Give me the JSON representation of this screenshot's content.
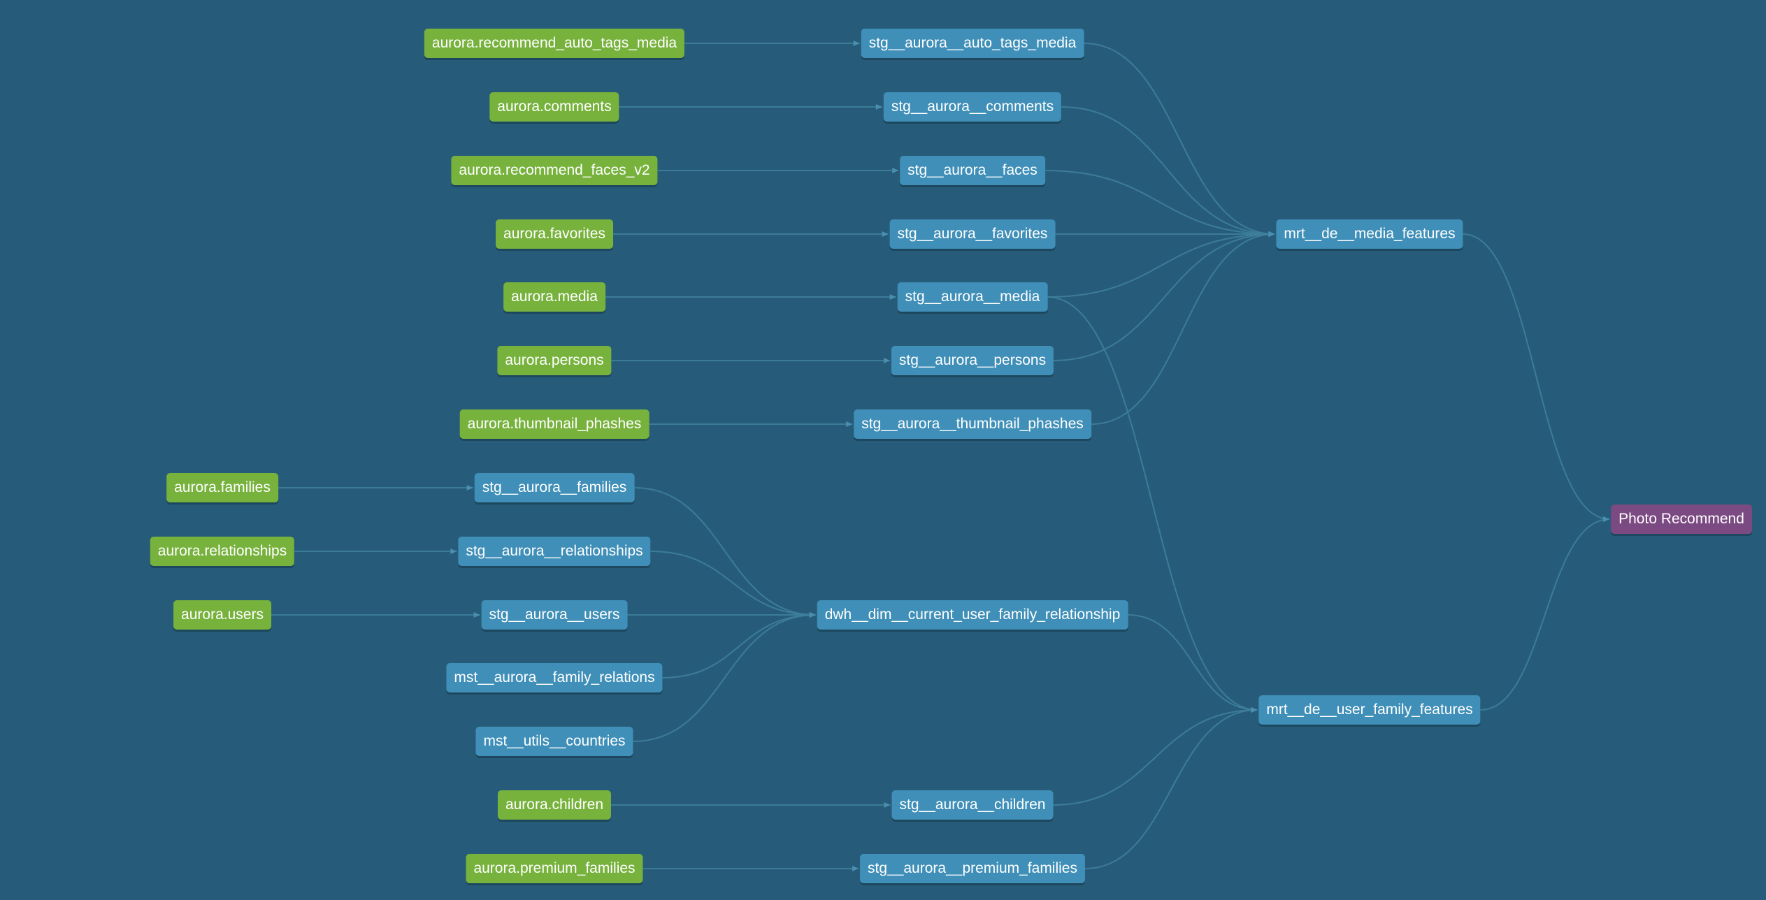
{
  "diagram": {
    "nodes": [
      {
        "id": "src_auto_tags",
        "label": "aurora.recommend_auto_tags_media",
        "kind": "source"
      },
      {
        "id": "src_comments",
        "label": "aurora.comments",
        "kind": "source"
      },
      {
        "id": "src_faces",
        "label": "aurora.recommend_faces_v2",
        "kind": "source"
      },
      {
        "id": "src_favorites",
        "label": "aurora.favorites",
        "kind": "source"
      },
      {
        "id": "src_media",
        "label": "aurora.media",
        "kind": "source"
      },
      {
        "id": "src_persons",
        "label": "aurora.persons",
        "kind": "source"
      },
      {
        "id": "src_thumb",
        "label": "aurora.thumbnail_phashes",
        "kind": "source"
      },
      {
        "id": "src_families",
        "label": "aurora.families",
        "kind": "source"
      },
      {
        "id": "src_relationships",
        "label": "aurora.relationships",
        "kind": "source"
      },
      {
        "id": "src_users",
        "label": "aurora.users",
        "kind": "source"
      },
      {
        "id": "src_children",
        "label": "aurora.children",
        "kind": "source"
      },
      {
        "id": "src_premium",
        "label": "aurora.premium_families",
        "kind": "source"
      },
      {
        "id": "stg_auto_tags",
        "label": "stg__aurora__auto_tags_media",
        "kind": "model"
      },
      {
        "id": "stg_comments",
        "label": "stg__aurora__comments",
        "kind": "model"
      },
      {
        "id": "stg_faces",
        "label": "stg__aurora__faces",
        "kind": "model"
      },
      {
        "id": "stg_favorites",
        "label": "stg__aurora__favorites",
        "kind": "model"
      },
      {
        "id": "stg_media",
        "label": "stg__aurora__media",
        "kind": "model"
      },
      {
        "id": "stg_persons",
        "label": "stg__aurora__persons",
        "kind": "model"
      },
      {
        "id": "stg_thumb",
        "label": "stg__aurora__thumbnail_phashes",
        "kind": "model"
      },
      {
        "id": "stg_families",
        "label": "stg__aurora__families",
        "kind": "model"
      },
      {
        "id": "stg_relationships",
        "label": "stg__aurora__relationships",
        "kind": "model"
      },
      {
        "id": "stg_users",
        "label": "stg__aurora__users",
        "kind": "model"
      },
      {
        "id": "mst_family_rel",
        "label": "mst__aurora__family_relations",
        "kind": "model"
      },
      {
        "id": "mst_countries",
        "label": "mst__utils__countries",
        "kind": "model"
      },
      {
        "id": "stg_children",
        "label": "stg__aurora__children",
        "kind": "model"
      },
      {
        "id": "stg_premium",
        "label": "stg__aurora__premium_families",
        "kind": "model"
      },
      {
        "id": "dwh_dim",
        "label": "dwh__dim__current_user_family_relationship",
        "kind": "model"
      },
      {
        "id": "mrt_media",
        "label": "mrt__de__media_features",
        "kind": "model"
      },
      {
        "id": "mrt_user_family",
        "label": "mrt__de__user_family_features",
        "kind": "model"
      },
      {
        "id": "photo_recommend",
        "label": "Photo Recommend",
        "kind": "exposure"
      }
    ],
    "edges": [
      [
        "src_auto_tags",
        "stg_auto_tags"
      ],
      [
        "src_comments",
        "stg_comments"
      ],
      [
        "src_faces",
        "stg_faces"
      ],
      [
        "src_favorites",
        "stg_favorites"
      ],
      [
        "src_media",
        "stg_media"
      ],
      [
        "src_persons",
        "stg_persons"
      ],
      [
        "src_thumb",
        "stg_thumb"
      ],
      [
        "src_families",
        "stg_families"
      ],
      [
        "src_relationships",
        "stg_relationships"
      ],
      [
        "src_users",
        "stg_users"
      ],
      [
        "src_children",
        "stg_children"
      ],
      [
        "src_premium",
        "stg_premium"
      ],
      [
        "stg_auto_tags",
        "mrt_media"
      ],
      [
        "stg_comments",
        "mrt_media"
      ],
      [
        "stg_faces",
        "mrt_media"
      ],
      [
        "stg_favorites",
        "mrt_media"
      ],
      [
        "stg_media",
        "mrt_media"
      ],
      [
        "stg_persons",
        "mrt_media"
      ],
      [
        "stg_thumb",
        "mrt_media"
      ],
      [
        "stg_families",
        "dwh_dim"
      ],
      [
        "stg_relationships",
        "dwh_dim"
      ],
      [
        "stg_users",
        "dwh_dim"
      ],
      [
        "mst_family_rel",
        "dwh_dim"
      ],
      [
        "mst_countries",
        "dwh_dim"
      ],
      [
        "stg_media",
        "mrt_user_family"
      ],
      [
        "dwh_dim",
        "mrt_user_family"
      ],
      [
        "stg_children",
        "mrt_user_family"
      ],
      [
        "stg_premium",
        "mrt_user_family"
      ],
      [
        "mrt_media",
        "photo_recommend"
      ],
      [
        "mrt_user_family",
        "photo_recommend"
      ]
    ]
  }
}
